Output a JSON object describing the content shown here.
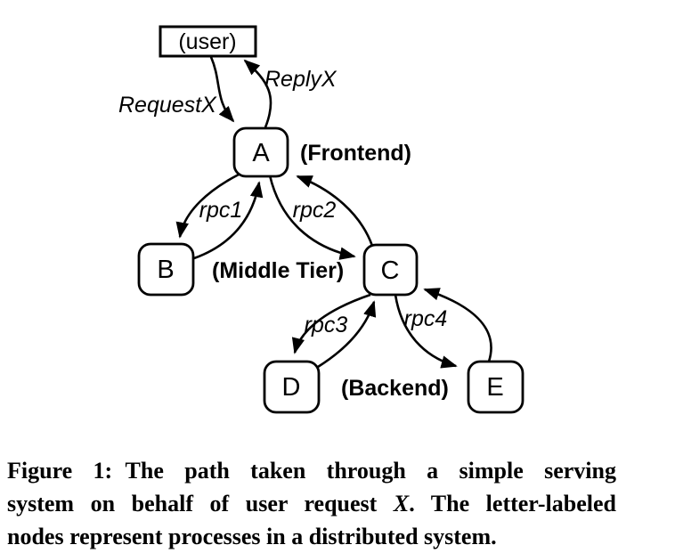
{
  "figure": {
    "nodes": {
      "user": "(user)",
      "a": "A",
      "b": "B",
      "c": "C",
      "d": "D",
      "e": "E"
    },
    "tiers": {
      "frontend": "(Frontend)",
      "middle": "(Middle Tier)",
      "backend": "(Backend)"
    },
    "edges": {
      "request": "RequestX",
      "reply": "ReplyX",
      "rpc1": "rpc1",
      "rpc2": "rpc2",
      "rpc3": "rpc3",
      "rpc4": "rpc4"
    }
  },
  "caption": {
    "lines": [
      {
        "prefix": "Figure 1:",
        "text": "The path taken through a simple serving"
      },
      {
        "pre": "system on behalf of user request ",
        "var": "X",
        "post": ". The letter-labeled"
      },
      {
        "text": "nodes represent processes in a distributed system."
      }
    ]
  },
  "colors": {
    "ink": "#000000",
    "background": "#ffffff"
  }
}
